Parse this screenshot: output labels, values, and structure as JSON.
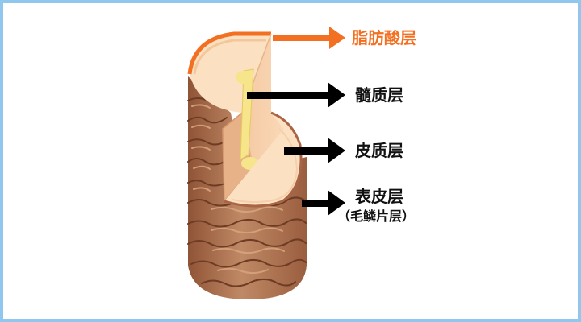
{
  "labels": {
    "fatty_acid_layer": "脂肪酸层",
    "medulla": "髓质层",
    "cortex": "皮质层",
    "cuticle": "表皮层",
    "cuticle_note": "（毛鳞片层）"
  },
  "colors": {
    "frame_border": "#8fc7ef",
    "fatty_acid_outline": "#f36f21",
    "fatty_acid_arrow": "#f36f21",
    "cortex_fill": "#fbe0c2",
    "medulla_fill": "#f6e58a",
    "cuticle_fill": "#b27553",
    "cuticle_shadow": "#6e3c24",
    "arrow_black": "#000000"
  },
  "icons": {
    "arrow_orange": "arrow-right-icon",
    "arrow_black": "arrow-right-icon"
  }
}
